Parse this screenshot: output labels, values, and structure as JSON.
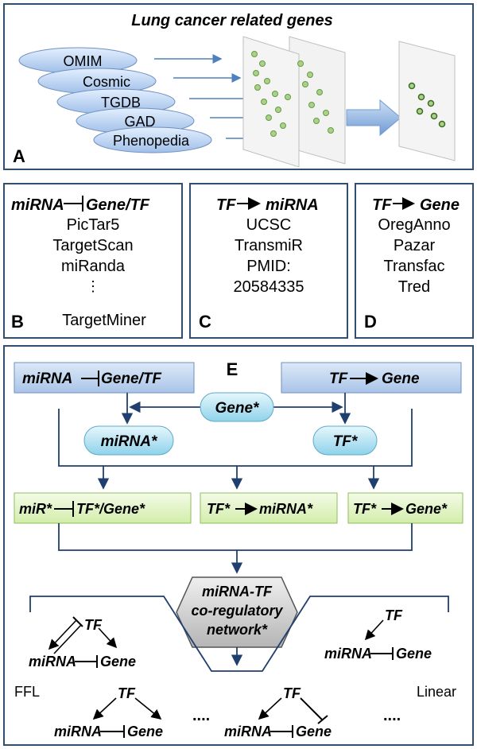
{
  "panel_a": {
    "title": "Lung cancer related genes",
    "label": "A",
    "databases": [
      "OMIM",
      "Cosmic",
      "TGDB",
      "GAD",
      "Phenopedia"
    ]
  },
  "panel_b": {
    "label": "B",
    "header_left": "miRNA",
    "header_right": "Gene/TF",
    "items": [
      "PicTar5",
      "TargetScan",
      "miRanda",
      "TargetMiner"
    ],
    "ellipsis": "⋮"
  },
  "panel_c": {
    "label": "C",
    "header_left": "TF",
    "header_right": "miRNA",
    "items": [
      "UCSC",
      "TransmiR",
      "PMID:",
      "20584335"
    ]
  },
  "panel_d": {
    "label": "D",
    "header_left": "TF",
    "header_right": "Gene",
    "items": [
      "OregAnno",
      "Pazar",
      "Transfac",
      "Tred"
    ]
  },
  "panel_e": {
    "label": "E",
    "top_left": {
      "left": "miRNA",
      "right": "Gene/TF"
    },
    "top_right": {
      "left": "TF",
      "right": "Gene"
    },
    "gene_star": "Gene*",
    "mirna_star": "miRNA*",
    "tf_star": "TF*",
    "result1": {
      "left": "miR*",
      "right": "TF*/Gene*"
    },
    "result2": {
      "left": "TF*",
      "right": "miRNA*"
    },
    "result3": {
      "left": "TF*",
      "right": "Gene*"
    },
    "network": [
      "miRNA-TF",
      "co-regulatory",
      "network*"
    ],
    "ffl_label": "FFL",
    "linear_label": "Linear",
    "motif_tf": "TF",
    "motif_mirna": "miRNA",
    "motif_gene": "Gene",
    "dots": "...."
  },
  "colors": {
    "border": "#2f4f6f",
    "blue_box": "#c5d9f1",
    "cyan_oval": "#bfe8f5",
    "green_box": "#e4f5c8",
    "green_border": "#8fbf5a",
    "hex_fill": "#d4d4d4",
    "arrow": "#4f81bd"
  }
}
